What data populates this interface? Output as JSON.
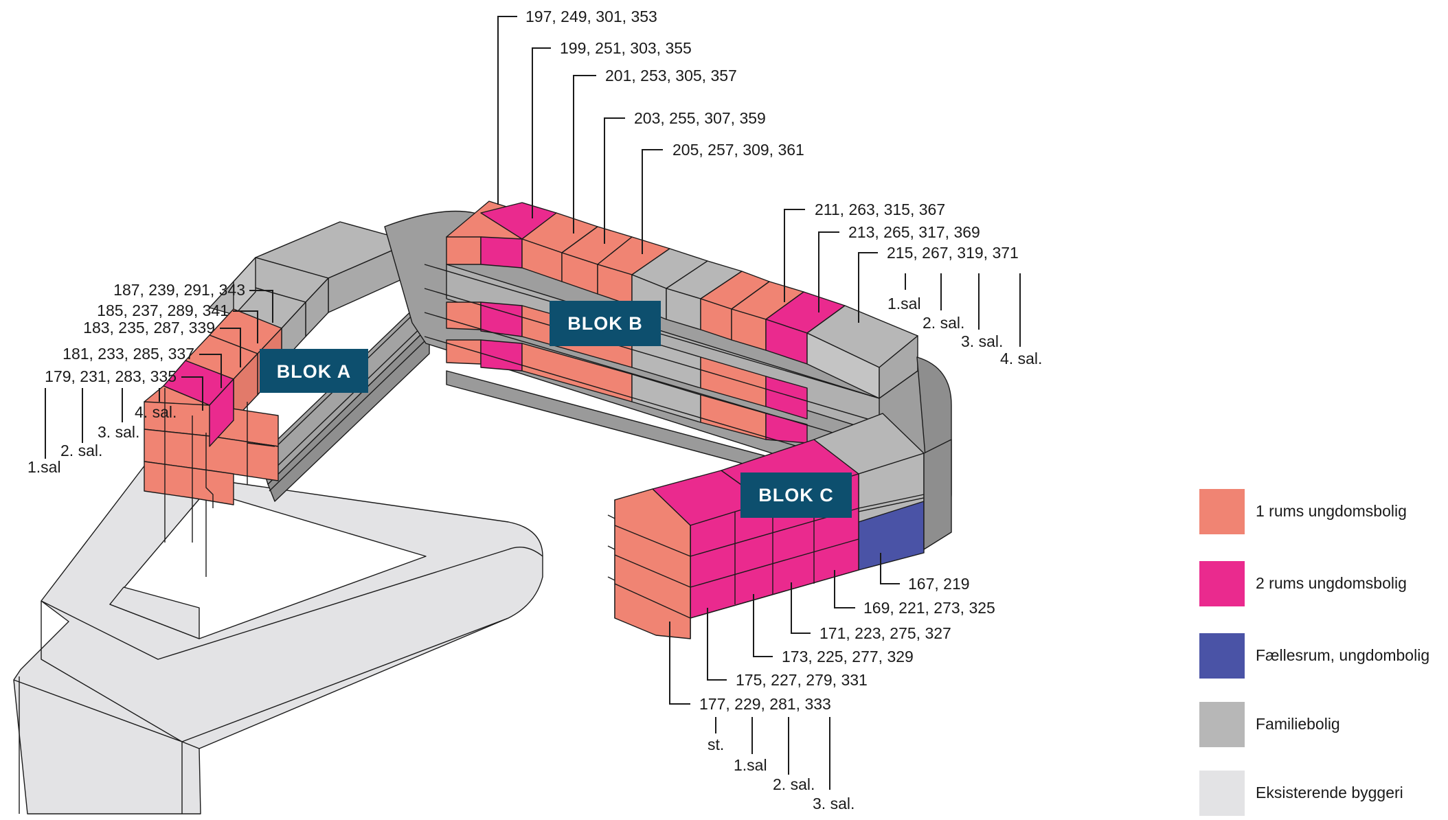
{
  "colors": {
    "one_room": "#f08473",
    "two_room": "#ea2a8e",
    "common": "#4a53a6",
    "family": "#b7b7b7",
    "existing": "#e3e3e5",
    "blok_badge": "#0d4f6e"
  },
  "blocks": {
    "a": "BLOK A",
    "b": "BLOK B",
    "c": "BLOK C"
  },
  "blok_a_labels": {
    "units": [
      "187, 239, 291, 343",
      "185, 237, 289, 341",
      "183, 235, 287, 339",
      "181, 233, 285, 337",
      "179, 231, 283, 335"
    ],
    "floors": [
      "4. sal.",
      "3. sal.",
      "2. sal.",
      "1.sal"
    ]
  },
  "blok_b_labels": {
    "units": [
      "197, 249, 301, 353",
      "199, 251, 303, 355",
      "201, 253, 305, 357",
      "203, 255, 307, 359",
      "205, 257, 309, 361",
      "211, 263, 315, 367",
      "213, 265, 317, 369",
      "215, 267, 319, 371"
    ],
    "floors": [
      "1.sal",
      "2. sal.",
      "3. sal.",
      "4. sal."
    ]
  },
  "blok_c_labels": {
    "units": [
      "167, 219",
      "169, 221, 273, 325",
      "171, 223, 275, 327",
      "173, 225, 277, 329",
      "175, 227, 279, 331",
      "177, 229, 281, 333"
    ],
    "floors": [
      "st.",
      "1.sal",
      "2. sal.",
      "3. sal."
    ]
  },
  "legend": [
    {
      "label": "1 rums ungdomsbolig",
      "color": "#f08473"
    },
    {
      "label": "2 rums ungdomsbolig",
      "color": "#ea2a8e"
    },
    {
      "label": "Fællesrum, ungdombolig",
      "color": "#4a53a6"
    },
    {
      "label": "Familiebolig",
      "color": "#b7b7b7"
    },
    {
      "label": "Eksisterende byggeri",
      "color": "#e3e3e5"
    }
  ]
}
